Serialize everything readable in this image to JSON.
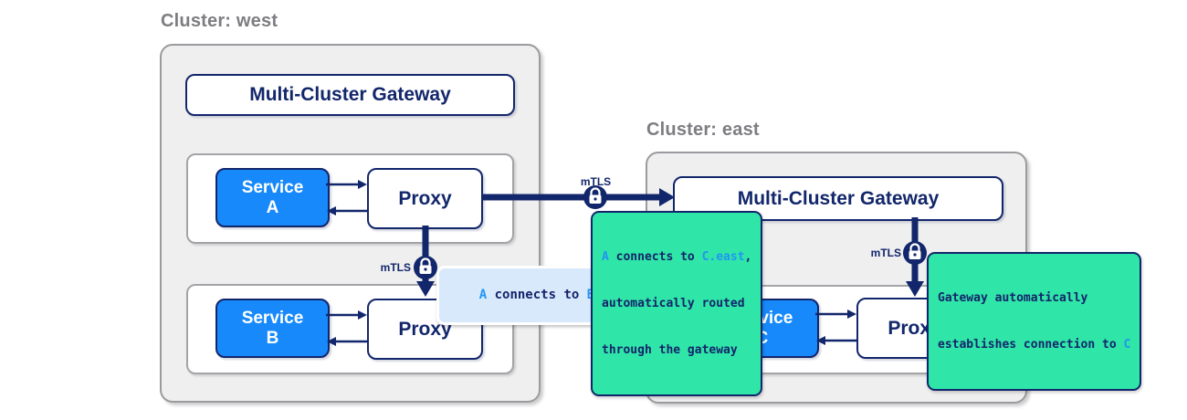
{
  "colors": {
    "navy": "#12266b",
    "service_blue": "#1789fa",
    "accent_blue": "#2196f3",
    "tooltip_green": "#2fe5a7",
    "tooltip_light_blue": "#d8e9fc",
    "cluster_fill_gray": "#efefef",
    "border_gray": "#9b9b9f",
    "title_gray": "#7d7d82"
  },
  "labels": {
    "mtls": "mTLS"
  },
  "clusters": {
    "west": {
      "title": "Cluster: west",
      "gateway_label": "Multi-Cluster Gateway",
      "pods": [
        {
          "service_name": "Service",
          "service_letter": "A",
          "proxy_label": "Proxy"
        },
        {
          "service_name": "Service",
          "service_letter": "B",
          "proxy_label": "Proxy"
        }
      ]
    },
    "east": {
      "title": "Cluster: east",
      "gateway_label": "Multi-Cluster Gateway",
      "pods": [
        {
          "service_name": "Service",
          "service_letter": "C",
          "proxy_label": "Proxy"
        }
      ]
    }
  },
  "tooltips": {
    "a_to_b": {
      "src": "A",
      "mid": " connects to ",
      "dst": "B"
    },
    "a_to_c_east": {
      "src": "A",
      "mid": " connects to ",
      "dst": "C.east",
      "tail": ",",
      "line2": "automatically routed",
      "line3": "through the gateway"
    },
    "gateway_to_c": {
      "line1": "Gateway automatically",
      "line2": "establishes connection to ",
      "dst": "C"
    }
  }
}
